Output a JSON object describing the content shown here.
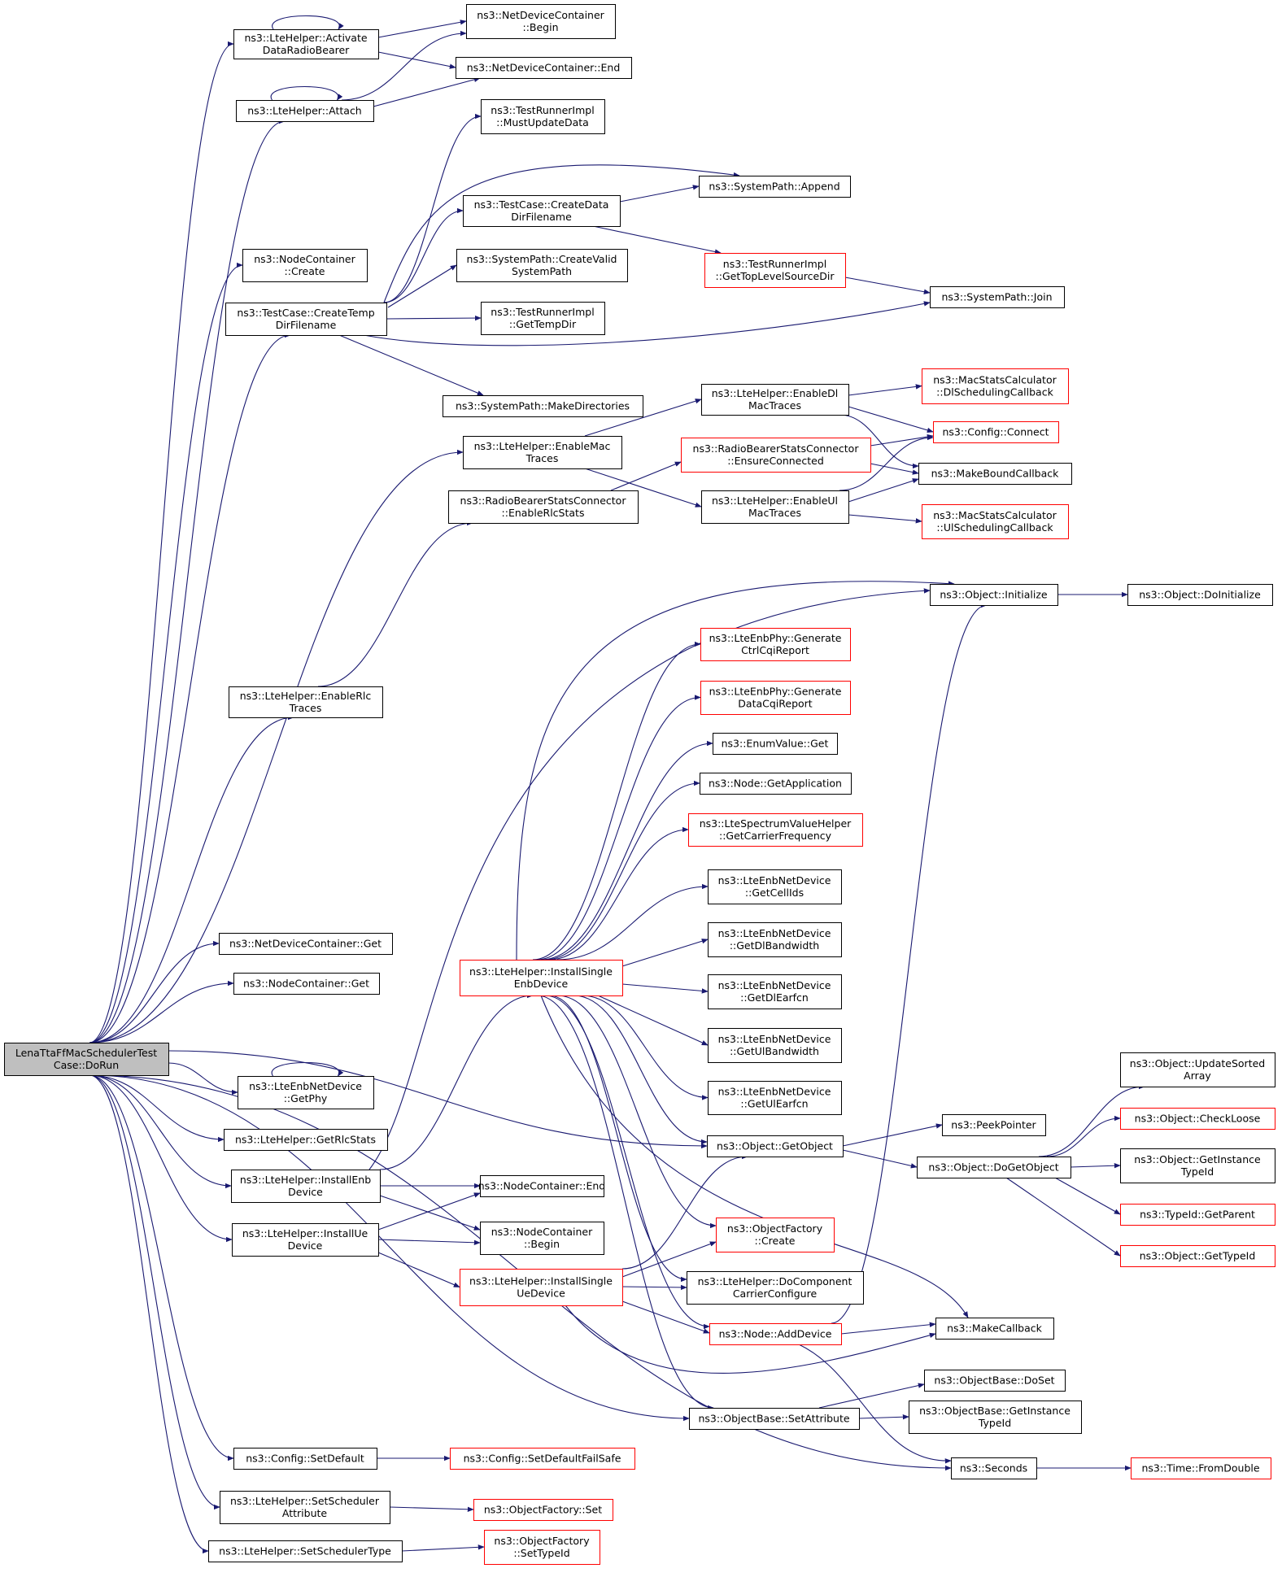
{
  "root": {
    "line1": "LenaTtaFfMacSchedulerTest",
    "line2": "Case::DoRun"
  },
  "nodes": [
    {
      "id": "root",
      "l1": "LenaTtaFfMacSchedulerTest",
      "l2": "Case::DoRun",
      "style": "root"
    },
    {
      "id": "activate",
      "l1": "ns3::LteHelper::Activate",
      "l2": "DataRadioBearer",
      "style": "normal"
    },
    {
      "id": "ndcBegin",
      "l1": "ns3::NetDeviceContainer",
      "l2": "::Begin",
      "style": "normal"
    },
    {
      "id": "ndcEnd",
      "l1": "ns3::NetDeviceContainer::End",
      "l2": "",
      "style": "normal"
    },
    {
      "id": "attach",
      "l1": "ns3::LteHelper::Attach",
      "l2": "",
      "style": "normal"
    },
    {
      "id": "mustUpdate",
      "l1": "ns3::TestRunnerImpl",
      "l2": "::MustUpdateData",
      "style": "normal"
    },
    {
      "id": "append",
      "l1": "ns3::SystemPath::Append",
      "l2": "",
      "style": "normal"
    },
    {
      "id": "createData",
      "l1": "ns3::TestCase::CreateData",
      "l2": "DirFilename",
      "style": "normal"
    },
    {
      "id": "ncCreate",
      "l1": "ns3::NodeContainer",
      "l2": "::Create",
      "style": "normal"
    },
    {
      "id": "createValid",
      "l1": "ns3::SystemPath::CreateValid",
      "l2": "SystemPath",
      "style": "normal"
    },
    {
      "id": "topLevel",
      "l1": "ns3::TestRunnerImpl",
      "l2": "::GetTopLevelSourceDir",
      "style": "red"
    },
    {
      "id": "createTemp",
      "l1": "ns3::TestCase::CreateTemp",
      "l2": "DirFilename",
      "style": "normal"
    },
    {
      "id": "tempDir",
      "l1": "ns3::TestRunnerImpl",
      "l2": "::GetTempDir",
      "style": "normal"
    },
    {
      "id": "join",
      "l1": "ns3::SystemPath::Join",
      "l2": "",
      "style": "normal"
    },
    {
      "id": "makeDirs",
      "l1": "ns3::SystemPath::MakeDirectories",
      "l2": "",
      "style": "normal"
    },
    {
      "id": "enableDl",
      "l1": "ns3::LteHelper::EnableDl",
      "l2": "MacTraces",
      "style": "normal"
    },
    {
      "id": "dlSched",
      "l1": "ns3::MacStatsCalculator",
      "l2": "::DlSchedulingCallback",
      "style": "red"
    },
    {
      "id": "enableMac",
      "l1": "ns3::LteHelper::EnableMac",
      "l2": "Traces",
      "style": "normal"
    },
    {
      "id": "ensureConn",
      "l1": "ns3::RadioBearerStatsConnector",
      "l2": "::EnsureConnected",
      "style": "red"
    },
    {
      "id": "cfgConnect",
      "l1": "ns3::Config::Connect",
      "l2": "",
      "style": "red"
    },
    {
      "id": "makeBound",
      "l1": "ns3::MakeBoundCallback",
      "l2": "",
      "style": "normal"
    },
    {
      "id": "enableRlcStats",
      "l1": "ns3::RadioBearerStatsConnector",
      "l2": "::EnableRlcStats",
      "style": "normal"
    },
    {
      "id": "enableUl",
      "l1": "ns3::LteHelper::EnableUl",
      "l2": "MacTraces",
      "style": "normal"
    },
    {
      "id": "ulSched",
      "l1": "ns3::MacStatsCalculator",
      "l2": "::UlSchedulingCallback",
      "style": "red"
    },
    {
      "id": "objInit",
      "l1": "ns3::Object::Initialize",
      "l2": "",
      "style": "normal"
    },
    {
      "id": "doInit",
      "l1": "ns3::Object::DoInitialize",
      "l2": "",
      "style": "normal"
    },
    {
      "id": "enableRlc",
      "l1": "ns3::LteHelper::EnableRlc",
      "l2": "Traces",
      "style": "normal"
    },
    {
      "id": "genCtrl",
      "l1": "ns3::LteEnbPhy::Generate",
      "l2": "CtrlCqiReport",
      "style": "red"
    },
    {
      "id": "genData",
      "l1": "ns3::LteEnbPhy::Generate",
      "l2": "DataCqiReport",
      "style": "red"
    },
    {
      "id": "enumGet",
      "l1": "ns3::EnumValue::Get",
      "l2": "",
      "style": "normal"
    },
    {
      "id": "getApp",
      "l1": "ns3::Node::GetApplication",
      "l2": "",
      "style": "normal"
    },
    {
      "id": "carrierFreq",
      "l1": "ns3::LteSpectrumValueHelper",
      "l2": "::GetCarrierFrequency",
      "style": "red"
    },
    {
      "id": "cellIds",
      "l1": "ns3::LteEnbNetDevice",
      "l2": "::GetCellIds",
      "style": "normal"
    },
    {
      "id": "dlBw",
      "l1": "ns3::LteEnbNetDevice",
      "l2": "::GetDlBandwidth",
      "style": "normal"
    },
    {
      "id": "ndcGet",
      "l1": "ns3::NetDeviceContainer::Get",
      "l2": "",
      "style": "normal"
    },
    {
      "id": "installSingleEnb",
      "l1": "ns3::LteHelper::InstallSingle",
      "l2": "EnbDevice",
      "style": "red"
    },
    {
      "id": "dlEarfcn",
      "l1": "ns3::LteEnbNetDevice",
      "l2": "::GetDlEarfcn",
      "style": "normal"
    },
    {
      "id": "ncGet",
      "l1": "ns3::NodeContainer::Get",
      "l2": "",
      "style": "normal"
    },
    {
      "id": "ulBw",
      "l1": "ns3::LteEnbNetDevice",
      "l2": "::GetUlBandwidth",
      "style": "normal"
    },
    {
      "id": "updateSorted",
      "l1": "ns3::Object::UpdateSorted",
      "l2": "Array",
      "style": "normal"
    },
    {
      "id": "getPhy",
      "l1": "ns3::LteEnbNetDevice",
      "l2": "::GetPhy",
      "style": "normal"
    },
    {
      "id": "ulEarfcn",
      "l1": "ns3::LteEnbNetDevice",
      "l2": "::GetUlEarfcn",
      "style": "normal"
    },
    {
      "id": "checkLoose",
      "l1": "ns3::Object::CheckLoose",
      "l2": "",
      "style": "red"
    },
    {
      "id": "peekPtr",
      "l1": "ns3::PeekPointer",
      "l2": "",
      "style": "normal"
    },
    {
      "id": "getRlcStats",
      "l1": "ns3::LteHelper::GetRlcStats",
      "l2": "",
      "style": "normal"
    },
    {
      "id": "getObject",
      "l1": "ns3::Object::GetObject",
      "l2": "",
      "style": "normal"
    },
    {
      "id": "getInstTid",
      "l1": "ns3::Object::GetInstance",
      "l2": "TypeId",
      "style": "normal"
    },
    {
      "id": "doGetObject",
      "l1": "ns3::Object::DoGetObject",
      "l2": "",
      "style": "normal"
    },
    {
      "id": "installEnb",
      "l1": "ns3::LteHelper::InstallEnb",
      "l2": "Device",
      "style": "normal"
    },
    {
      "id": "ncEnd",
      "l1": "ns3::NodeContainer::End",
      "l2": "",
      "style": "normal"
    },
    {
      "id": "getParent",
      "l1": "ns3::TypeId::GetParent",
      "l2": "",
      "style": "red"
    },
    {
      "id": "installUe",
      "l1": "ns3::LteHelper::InstallUe",
      "l2": "Device",
      "style": "normal"
    },
    {
      "id": "ncBegin",
      "l1": "ns3::NodeContainer",
      "l2": "::Begin",
      "style": "normal"
    },
    {
      "id": "ofCreate",
      "l1": "ns3::ObjectFactory",
      "l2": "::Create",
      "style": "red"
    },
    {
      "id": "getTypeId",
      "l1": "ns3::Object::GetTypeId",
      "l2": "",
      "style": "red"
    },
    {
      "id": "installSingleUe",
      "l1": "ns3::LteHelper::InstallSingle",
      "l2": "UeDevice",
      "style": "red"
    },
    {
      "id": "doComp",
      "l1": "ns3::LteHelper::DoComponent",
      "l2": "CarrierConfigure",
      "style": "normal"
    },
    {
      "id": "addDevice",
      "l1": "ns3::Node::AddDevice",
      "l2": "",
      "style": "red"
    },
    {
      "id": "makeCb",
      "l1": "ns3::MakeCallback",
      "l2": "",
      "style": "normal"
    },
    {
      "id": "doSet",
      "l1": "ns3::ObjectBase::DoSet",
      "l2": "",
      "style": "normal"
    },
    {
      "id": "setAttr",
      "l1": "ns3::ObjectBase::SetAttribute",
      "l2": "",
      "style": "normal"
    },
    {
      "id": "obGetInstTid",
      "l1": "ns3::ObjectBase::GetInstance",
      "l2": "TypeId",
      "style": "normal"
    },
    {
      "id": "cfgSetDefault",
      "l1": "ns3::Config::SetDefault",
      "l2": "",
      "style": "normal"
    },
    {
      "id": "failSafe",
      "l1": "ns3::Config::SetDefaultFailSafe",
      "l2": "",
      "style": "red"
    },
    {
      "id": "seconds",
      "l1": "ns3::Seconds",
      "l2": "",
      "style": "normal"
    },
    {
      "id": "fromDouble",
      "l1": "ns3::Time::FromDouble",
      "l2": "",
      "style": "red"
    },
    {
      "id": "schedAttr",
      "l1": "ns3::LteHelper::SetScheduler",
      "l2": "Attribute",
      "style": "normal"
    },
    {
      "id": "ofSet",
      "l1": "ns3::ObjectFactory::Set",
      "l2": "",
      "style": "red"
    },
    {
      "id": "schedType",
      "l1": "ns3::LteHelper::SetSchedulerType",
      "l2": "",
      "style": "normal"
    },
    {
      "id": "ofSetTypeId",
      "l1": "ns3::ObjectFactory",
      "l2": "::SetTypeId",
      "style": "red"
    }
  ],
  "colors": {
    "edge": "#191970",
    "normal": "#000000",
    "red": "#ff0000",
    "rootFill": "#bfbfbf"
  }
}
